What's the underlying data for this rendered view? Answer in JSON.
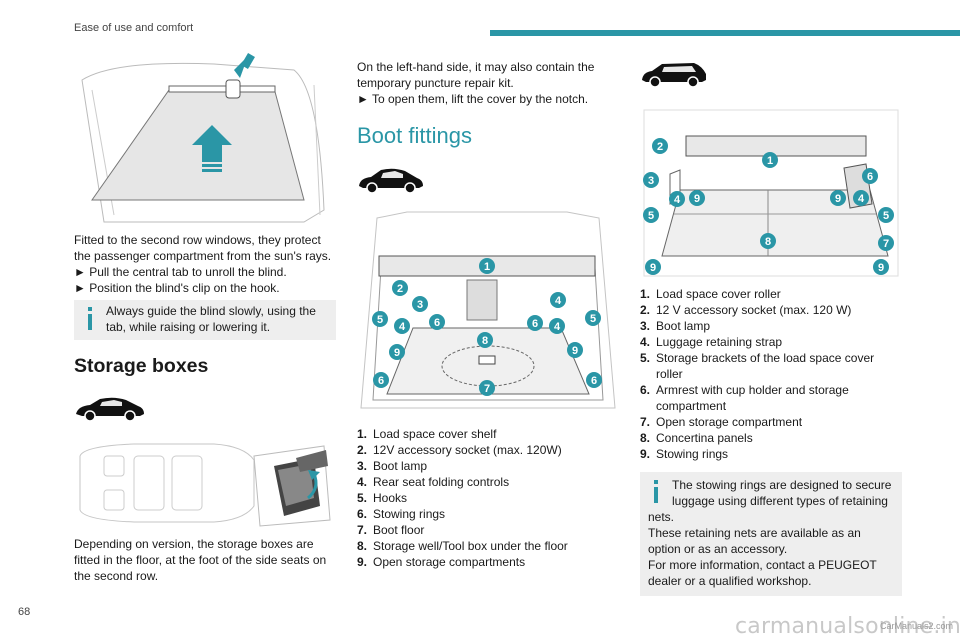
{
  "header": {
    "section": "Ease of use and comfort"
  },
  "footer": {
    "page_number": "68",
    "watermark": "carmanualsonline.info",
    "watermark_small": "CarManuals2.com"
  },
  "col1": {
    "blind_text": [
      "Fitted to the second row windows, they protect",
      "the passenger compartment from the sun's rays.",
      "► Pull the central tab to unroll the blind.",
      "► Position the blind's clip on the hook."
    ],
    "blind_note": [
      "Always guide the blind slowly, using the",
      "tab, while raising or lowering it."
    ],
    "storage_heading": "Storage boxes",
    "storage_text": [
      "Depending on version, the storage boxes are",
      "fitted in the floor, at the foot of the side seats on",
      "the second row."
    ]
  },
  "col2": {
    "intro_text": [
      "On the left-hand side, it may also contain the",
      "temporary puncture repair kit.",
      "► To open them, lift the cover by the notch."
    ],
    "boot_heading": "Boot fittings",
    "legend": [
      {
        "n": "1.",
        "t": "Load space cover shelf"
      },
      {
        "n": "2.",
        "t": "12V accessory socket (max. 120W)"
      },
      {
        "n": "3.",
        "t": "Boot lamp"
      },
      {
        "n": "4.",
        "t": "Rear seat folding controls"
      },
      {
        "n": "5.",
        "t": "Hooks"
      },
      {
        "n": "6.",
        "t": "Stowing rings"
      },
      {
        "n": "7.",
        "t": "Boot floor"
      },
      {
        "n": "8.",
        "t": "Storage well/Tool box under the floor"
      },
      {
        "n": "9.",
        "t": "Open storage compartments"
      }
    ],
    "callouts": [
      "1",
      "2",
      "3",
      "4",
      "5",
      "4",
      "6",
      "6",
      "4",
      "5",
      "8",
      "9",
      "9",
      "6",
      "7",
      "6"
    ]
  },
  "col3": {
    "legend": [
      {
        "n": "1.",
        "t": "Load space cover roller"
      },
      {
        "n": "2.",
        "t": "12 V accessory socket (max. 120 W)"
      },
      {
        "n": "3.",
        "t": "Boot lamp"
      },
      {
        "n": "4.",
        "t": "Luggage retaining strap"
      },
      {
        "n": "5.",
        "t": "Storage brackets of the load space cover"
      },
      {
        "n": "",
        "t": "roller"
      },
      {
        "n": "6.",
        "t": "Armrest with cup holder and storage"
      },
      {
        "n": "",
        "t": "compartment"
      },
      {
        "n": "7.",
        "t": "Open storage compartment"
      },
      {
        "n": "8.",
        "t": "Concertina panels"
      },
      {
        "n": "9.",
        "t": "Stowing rings"
      }
    ],
    "note": [
      "The stowing rings are designed to secure",
      "luggage using different types of retaining",
      "nets.",
      "These retaining nets are available as an",
      "option or as an accessory.",
      "For more information, contact a PEUGEOT",
      "dealer or a qualified workshop."
    ],
    "callouts": [
      "2",
      "1",
      "3",
      "6",
      "4",
      "9",
      "9",
      "4",
      "5",
      "5",
      "8",
      "7",
      "9",
      "9"
    ]
  },
  "colors": {
    "accent": "#2a96a6",
    "note_bg": "#eeeeee",
    "text": "#1a1a1a"
  }
}
